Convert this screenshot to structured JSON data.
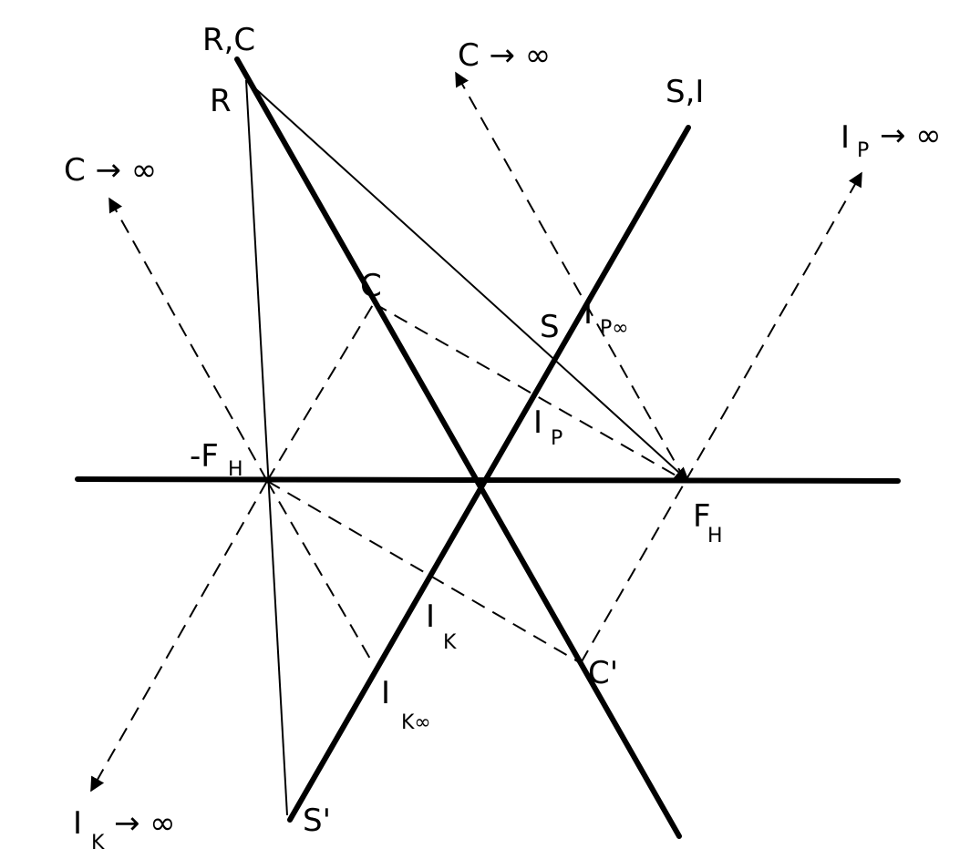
{
  "labels": {
    "rc": "R,C",
    "r": "R",
    "c_inf_top": "C → ∞",
    "c_inf_left": "C → ∞",
    "s_i": "S,I",
    "ip_inf_arrow": "I",
    "ip_inf_arrow_sub": "P",
    "ip_inf_arrow_tail": "→ ∞",
    "c": "C",
    "s": "S",
    "ip_inf": "I",
    "ip_inf_sub": "P∞",
    "ip": "I",
    "ip_sub": "P",
    "minus_fh": "-F",
    "minus_fh_sub": "H",
    "fh": "F",
    "fh_sub": "H",
    "ik": "I",
    "ik_sub": "K",
    "ik_inf": "I",
    "ik_inf_sub": "K∞",
    "c_prime": "C'",
    "s_prime": "S'",
    "ik_inf_arrow": "I",
    "ik_inf_arrow_sub": "K",
    "ik_inf_arrow_tail": "→ ∞"
  }
}
